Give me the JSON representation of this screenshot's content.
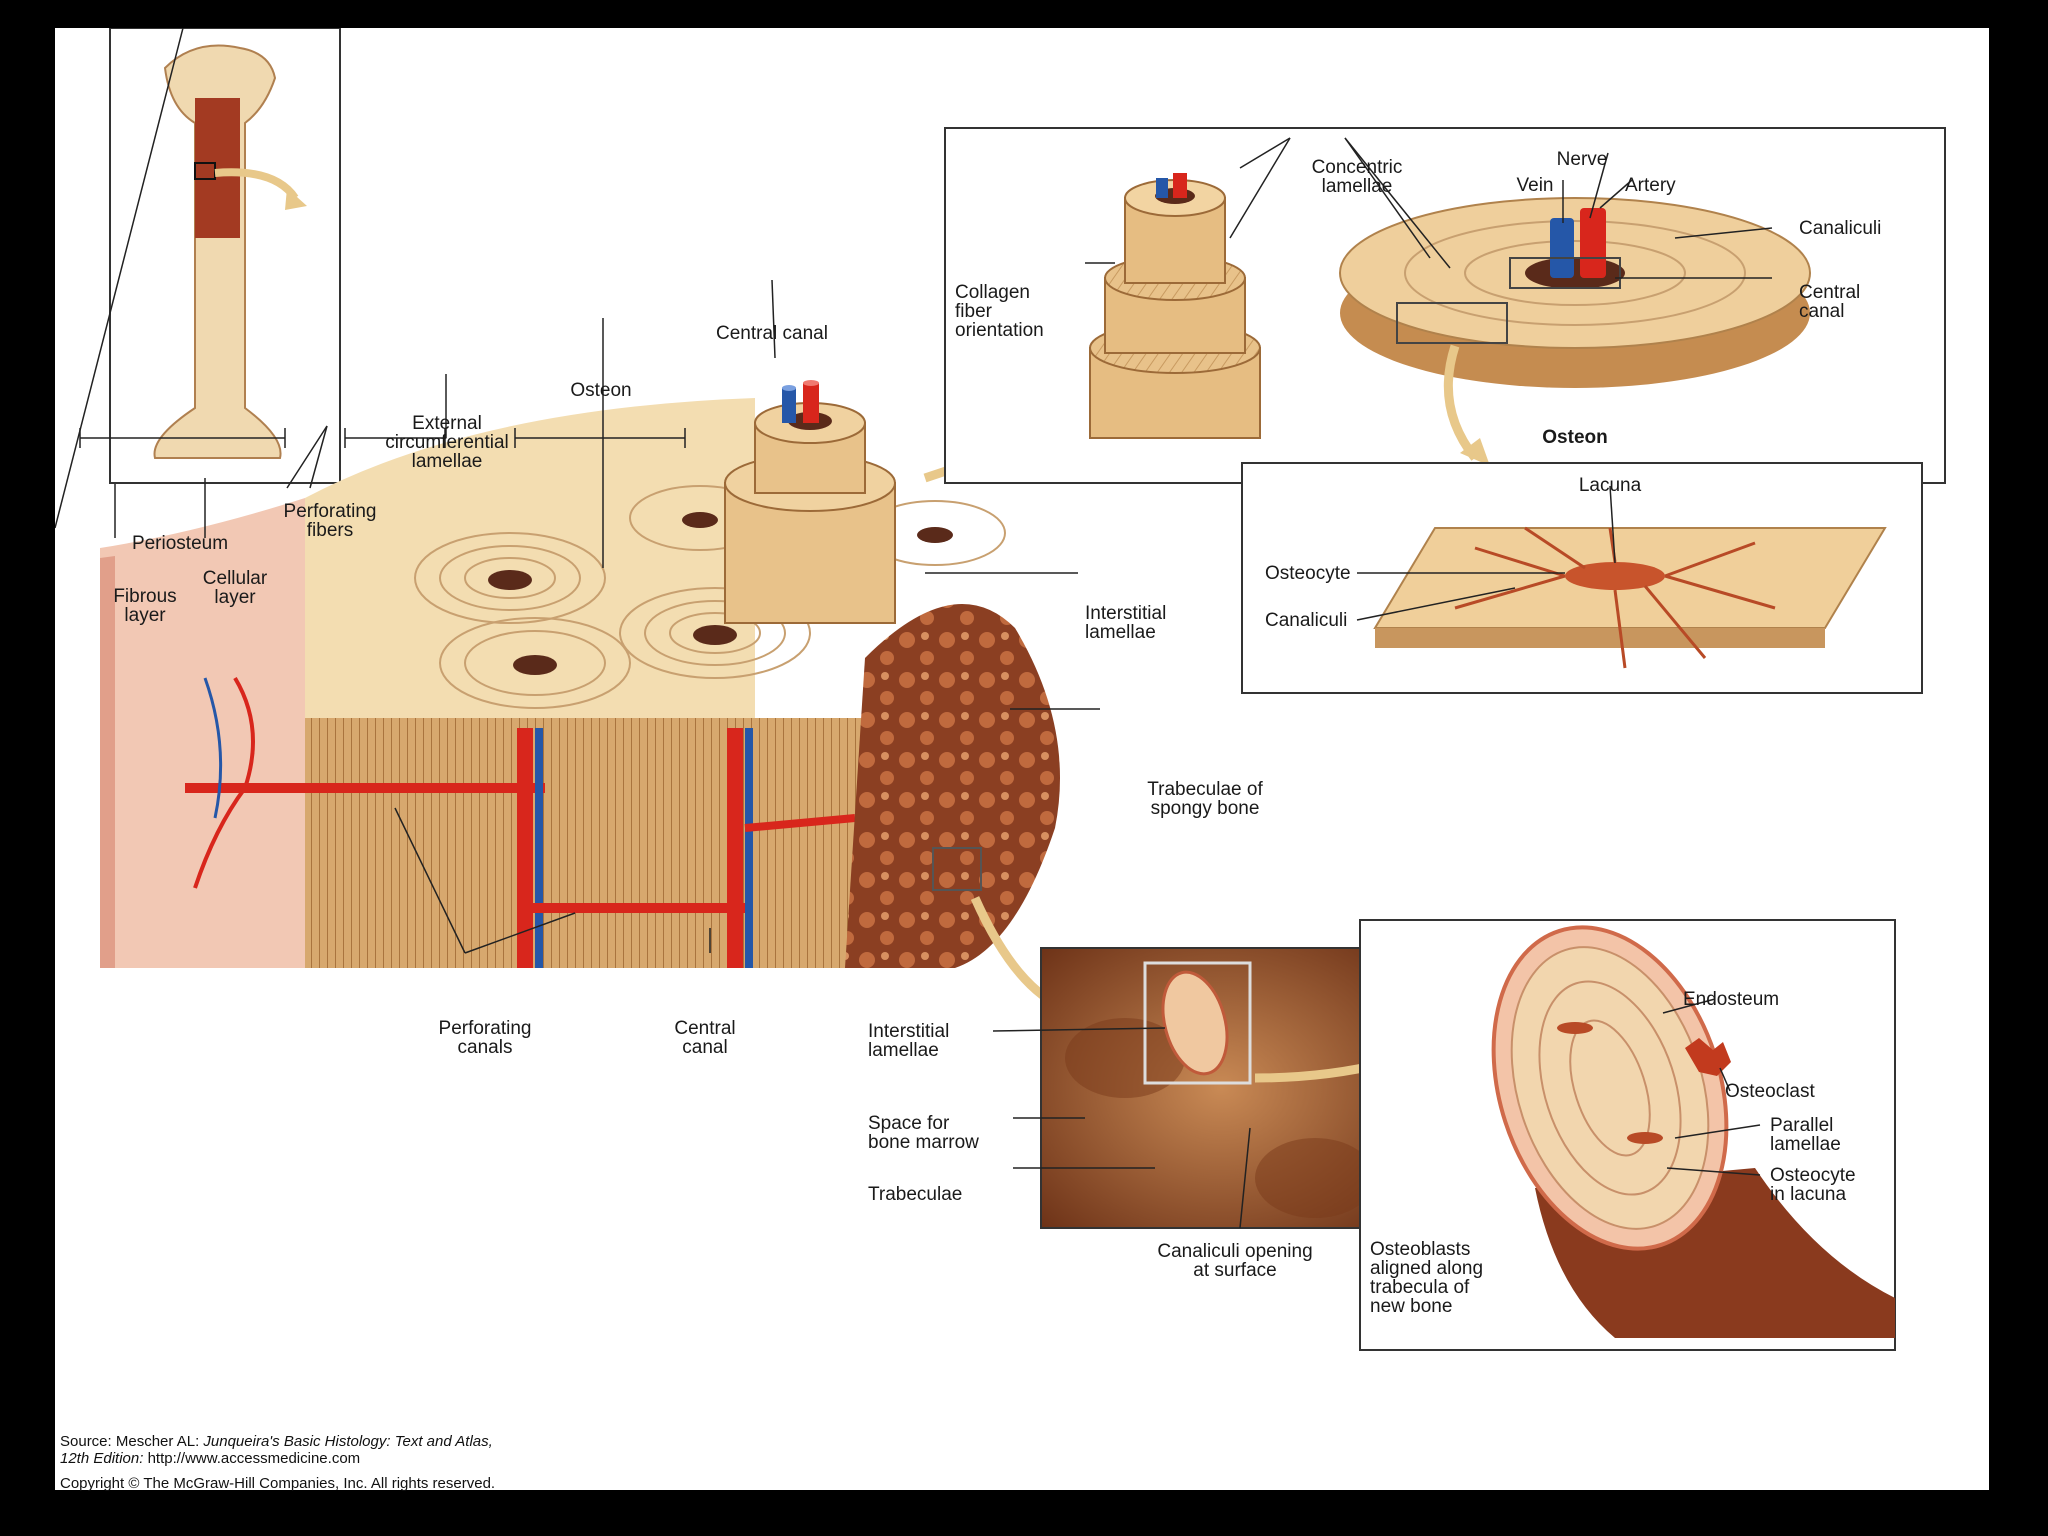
{
  "labels": {
    "central_canal_top": "Central canal",
    "osteon": "Osteon",
    "ext_circ_lamellae": "External\ncircumferential\nlamellae",
    "perforating_fibers": "Perforating\nfibers",
    "periosteum": "Periosteum",
    "cellular_layer": "Cellular\nlayer",
    "fibrous_layer": "Fibrous\nlayer",
    "interstitial_lamellae": "Interstitial\nlamellae",
    "trabeculae_spongy": "Trabeculae of\nspongy bone",
    "perforating_canals": "Perforating\ncanals",
    "central_canal_bottom": "Central\ncanal",
    "concentric_lamellae": "Concentric\nlamellae",
    "nerve": "Nerve",
    "vein": "Vein",
    "artery": "Artery",
    "canaliculi_osteon": "Canaliculi",
    "central_canal_osteon": "Central\ncanal",
    "collagen_fiber": "Collagen\nfiber\norientation",
    "osteon_caption": "Osteon",
    "lacuna": "Lacuna",
    "osteocyte": "Osteocyte",
    "canaliculi_lacuna": "Canaliculi",
    "interstitial_lamellae_trab": "Interstitial\nlamellae",
    "space_bone_marrow": "Space for\nbone marrow",
    "trabeculae": "Trabeculae",
    "canaliculi_opening": "Canaliculi opening\nat surface",
    "endosteum": "Endosteum",
    "osteoclast": "Osteoclast",
    "parallel_lamellae": "Parallel\nlamellae",
    "osteocyte_in_lacuna": "Osteocyte\nin lacuna",
    "osteoblasts": "Osteoblasts\naligned along\ntrabecula of\nnew bone"
  },
  "source": {
    "prefix": "Source: Mescher AL: ",
    "title": "Junqueira's Basic Histology: Text and Atlas,",
    "edition": "12th Edition:",
    "url": " http://www.accessmedicine.com",
    "copyright": "Copyright © The McGraw-Hill Companies, Inc. All rights reserved."
  },
  "colors": {
    "bone": "#f1d3a4",
    "bone_dark": "#c8965e",
    "artery": "#d8261c",
    "vein": "#2557a8",
    "spongy": "#9a4a2a",
    "periosteum": "#e9b3a2"
  }
}
